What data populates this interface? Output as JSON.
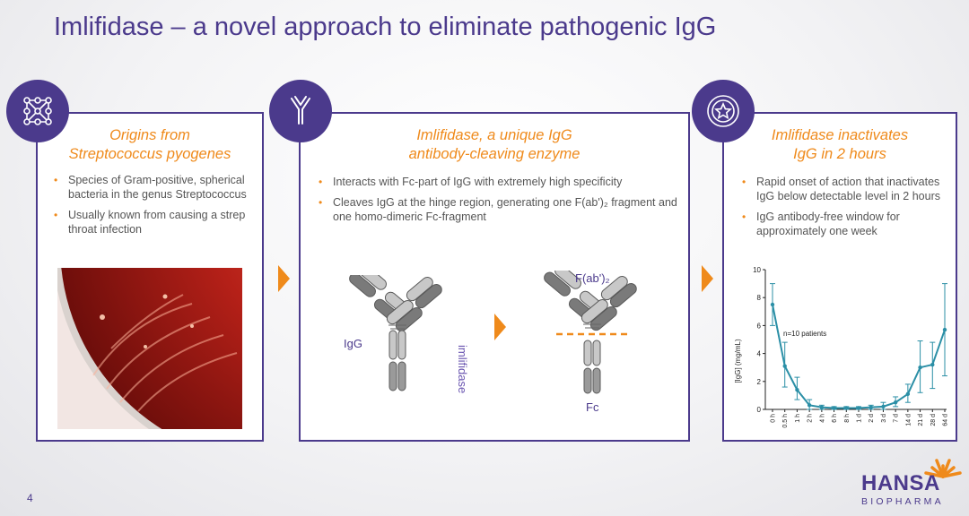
{
  "slide": {
    "title": "Imlifidase – a novel approach to eliminate pathogenic IgG",
    "page_number": "4"
  },
  "colors": {
    "purple": "#4b3a8c",
    "orange": "#ef8a1b",
    "chart_line": "#2b8fa6"
  },
  "panels": [
    {
      "icon": "network-icon",
      "title_lines": [
        "Origins from",
        "Streptococcus pyogenes"
      ],
      "bullets": [
        "Species of Gram-positive, spherical bacteria in the genus Streptococcus",
        "Usually known from causing a strep throat infection"
      ]
    },
    {
      "icon": "antibody-icon",
      "title_lines": [
        "Imlifidase, a unique IgG",
        "antibody-cleaving enzyme"
      ],
      "bullets": [
        "Interacts with Fc-part of IgG with extremely high specificity",
        "Cleaves IgG at the hinge region, generating one F(ab')₂ fragment and one homo-dimeric Fc-fragment"
      ],
      "diagram": {
        "igg_label": "IgG",
        "enzyme_label": "imlifidase",
        "fab_label": "F(ab')₂",
        "fc_label": "Fc"
      }
    },
    {
      "icon": "star-badge-icon",
      "title_lines": [
        "Imlifidase inactivates",
        "IgG in 2 hours"
      ],
      "bullets": [
        "Rapid onset of action that inactivates IgG below detectable level in 2 hours",
        "IgG antibody-free window for approximately one week"
      ]
    }
  ],
  "logo": {
    "name": "HANSA",
    "sub": "BIOPHARMA"
  },
  "chart_data": {
    "type": "line",
    "ylabel": "[IgG] (mg/mL)",
    "ylim": [
      0,
      10
    ],
    "yticks": [
      0,
      2,
      4,
      6,
      8,
      10
    ],
    "annotation": "n=10 patients",
    "x": [
      "0 h",
      "0.5 h",
      "1 h",
      "2 h",
      "4 h",
      "6 h",
      "8 h",
      "1 d",
      "2 d",
      "3 d",
      "7 d",
      "14 d",
      "21 d",
      "28 d",
      "64 d"
    ],
    "values": [
      7.5,
      3.1,
      1.4,
      0.3,
      0.15,
      0.1,
      0.1,
      0.1,
      0.15,
      0.2,
      0.5,
      1.1,
      3.0,
      3.2,
      5.7
    ],
    "err_low": [
      6.0,
      1.6,
      0.7,
      0.0,
      0.0,
      0.0,
      0.0,
      0.0,
      0.0,
      0.0,
      0.2,
      0.5,
      1.2,
      1.5,
      2.4
    ],
    "err_high": [
      9.0,
      4.8,
      2.3,
      0.7,
      0.3,
      0.2,
      0.2,
      0.2,
      0.3,
      0.5,
      0.9,
      1.8,
      4.9,
      4.8,
      9.0
    ]
  }
}
